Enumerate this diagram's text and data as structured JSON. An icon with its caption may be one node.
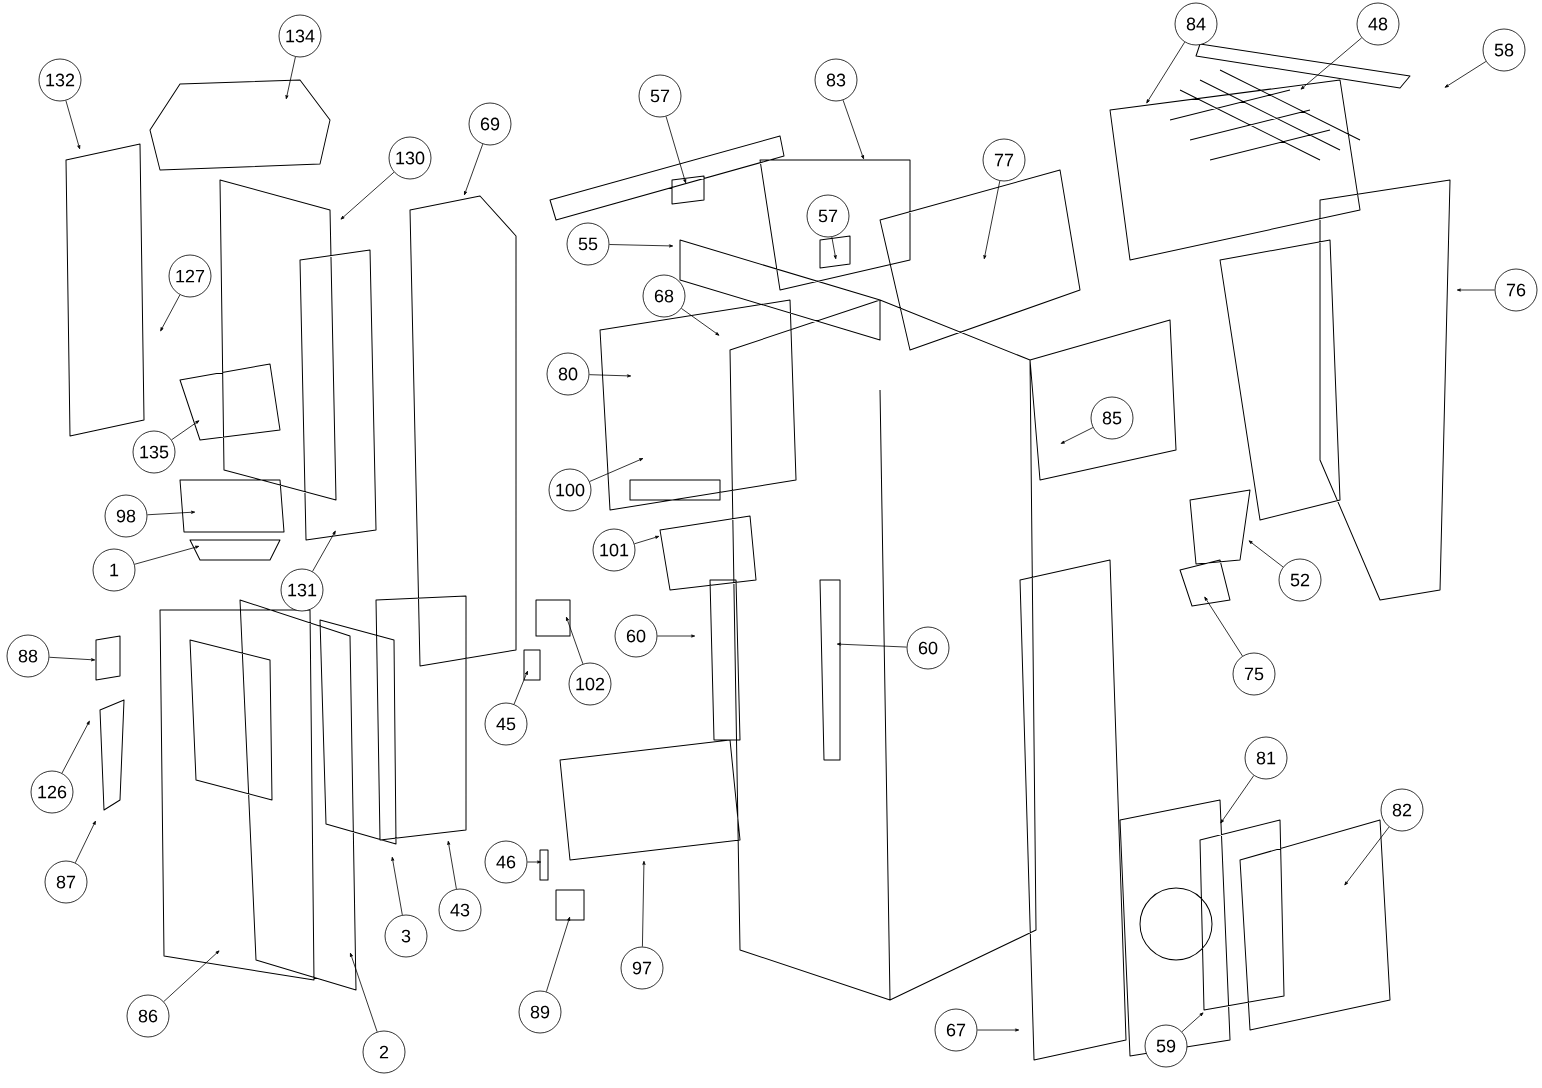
{
  "diagram": {
    "nodes": [
      {
        "text": [
          "132"
        ]
      },
      {
        "text": [
          "134"
        ]
      },
      {
        "text": [
          "130"
        ]
      },
      {
        "text": [
          "127"
        ]
      },
      {
        "text": [
          "135"
        ]
      },
      {
        "text": [
          "98"
        ]
      },
      {
        "text": [
          "1"
        ]
      },
      {
        "text": [
          "131"
        ]
      },
      {
        "text": [
          "69"
        ]
      },
      {
        "text": [
          "57"
        ]
      },
      {
        "text": [
          "83"
        ]
      },
      {
        "text": [
          "84"
        ]
      },
      {
        "text": [
          "48"
        ]
      },
      {
        "text": [
          "58"
        ]
      },
      {
        "text": [
          "57"
        ]
      },
      {
        "text": [
          "55"
        ]
      },
      {
        "text": [
          "77"
        ]
      },
      {
        "text": [
          "68"
        ]
      },
      {
        "text": [
          "76"
        ]
      },
      {
        "text": [
          "80"
        ]
      },
      {
        "text": [
          "85"
        ]
      },
      {
        "text": [
          "100"
        ]
      },
      {
        "text": [
          "101"
        ]
      },
      {
        "text": [
          "52"
        ]
      },
      {
        "text": [
          "75"
        ]
      },
      {
        "text": [
          "60"
        ]
      },
      {
        "text": [
          "60"
        ]
      },
      {
        "text": [
          "102"
        ]
      },
      {
        "text": [
          "45"
        ]
      },
      {
        "text": [
          "88"
        ]
      },
      {
        "text": [
          "126"
        ]
      },
      {
        "text": [
          "87"
        ]
      },
      {
        "text": [
          "3"
        ]
      },
      {
        "text": [
          "43"
        ]
      },
      {
        "text": [
          "46"
        ]
      },
      {
        "text": [
          "89"
        ]
      },
      {
        "text": [
          "97"
        ]
      },
      {
        "text": [
          "86"
        ]
      },
      {
        "text": [
          "2"
        ]
      },
      {
        "text": [
          "81"
        ]
      },
      {
        "text": [
          "82"
        ]
      },
      {
        "text": [
          "67"
        ]
      },
      {
        "text": [
          "59"
        ]
      }
    ],
    "edges": [
      {
        "from": 0,
        "to": null,
        "arrow": "to"
      },
      {
        "from": 1,
        "to": null,
        "arrow": "to"
      },
      {
        "from": 2,
        "to": null,
        "arrow": "to"
      },
      {
        "from": 3,
        "to": null,
        "arrow": "to"
      },
      {
        "from": 4,
        "to": null,
        "arrow": "to"
      },
      {
        "from": 5,
        "to": null,
        "arrow": "to"
      },
      {
        "from": 6,
        "to": null,
        "arrow": "to"
      },
      {
        "from": 7,
        "to": null,
        "arrow": "to"
      },
      {
        "from": 8,
        "to": null,
        "arrow": "to"
      },
      {
        "from": 9,
        "to": null,
        "arrow": "to"
      },
      {
        "from": 10,
        "to": null,
        "arrow": "to"
      },
      {
        "from": 11,
        "to": null,
        "arrow": "to"
      },
      {
        "from": 12,
        "to": null,
        "arrow": "to"
      },
      {
        "from": 13,
        "to": null,
        "arrow": "to"
      },
      {
        "from": 14,
        "to": null,
        "arrow": "to"
      },
      {
        "from": 15,
        "to": null,
        "arrow": "to"
      },
      {
        "from": 16,
        "to": null,
        "arrow": "to"
      },
      {
        "from": 17,
        "to": null,
        "arrow": "to"
      },
      {
        "from": 18,
        "to": null,
        "arrow": "to"
      },
      {
        "from": 19,
        "to": null,
        "arrow": "to"
      },
      {
        "from": 20,
        "to": null,
        "arrow": "to"
      },
      {
        "from": 21,
        "to": null,
        "arrow": "to"
      },
      {
        "from": 22,
        "to": null,
        "arrow": "to"
      },
      {
        "from": 23,
        "to": null,
        "arrow": "to"
      },
      {
        "from": 24,
        "to": null,
        "arrow": "to"
      },
      {
        "from": 25,
        "to": null,
        "arrow": "to"
      },
      {
        "from": 26,
        "to": null,
        "arrow": "to"
      },
      {
        "from": 27,
        "to": null,
        "arrow": "to"
      },
      {
        "from": 28,
        "to": null,
        "arrow": "to"
      },
      {
        "from": 29,
        "to": null,
        "arrow": "to"
      },
      {
        "from": 30,
        "to": null,
        "arrow": "to"
      },
      {
        "from": 31,
        "to": null,
        "arrow": "to"
      },
      {
        "from": 32,
        "to": null,
        "arrow": "to"
      },
      {
        "from": 33,
        "to": null,
        "arrow": "to"
      },
      {
        "from": 34,
        "to": null,
        "arrow": "to"
      },
      {
        "from": 35,
        "to": null,
        "arrow": "to"
      },
      {
        "from": 36,
        "to": null,
        "arrow": "to"
      },
      {
        "from": 37,
        "to": null,
        "arrow": "to"
      },
      {
        "from": 38,
        "to": null,
        "arrow": "to"
      },
      {
        "from": 39,
        "to": null,
        "arrow": "to"
      },
      {
        "from": 40,
        "to": null,
        "arrow": "to"
      },
      {
        "from": 41,
        "to": null,
        "arrow": "to"
      },
      {
        "from": 42,
        "to": null,
        "arrow": "to"
      }
    ]
  }
}
